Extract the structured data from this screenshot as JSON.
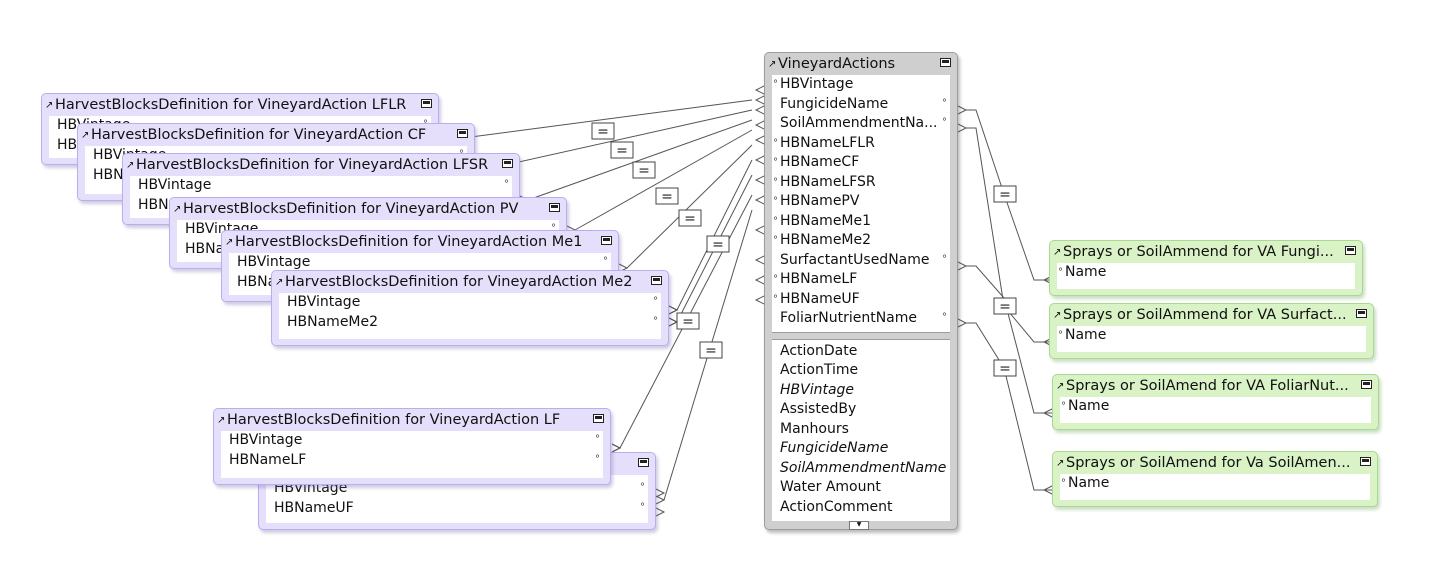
{
  "diagram": {
    "main_table": {
      "title": "VineyardActions",
      "match_fields": [
        {
          "name": "HBVintage",
          "key": true,
          "link": false
        },
        {
          "name": "FungicideName",
          "key": false,
          "link": true
        },
        {
          "name": "SoilAmmendmentNa...",
          "key": false,
          "link": true
        },
        {
          "name": "HBNameLFLR",
          "key": true,
          "link": false
        },
        {
          "name": "HBNameCF",
          "key": true,
          "link": false
        },
        {
          "name": "HBNameLFSR",
          "key": true,
          "link": false
        },
        {
          "name": "HBNamePV",
          "key": true,
          "link": false
        },
        {
          "name": "HBNameMe1",
          "key": true,
          "link": false
        },
        {
          "name": "HBNameMe2",
          "key": true,
          "link": false
        },
        {
          "name": "SurfactantUsedName",
          "key": false,
          "link": true
        },
        {
          "name": "HBNameLF",
          "key": true,
          "link": false
        },
        {
          "name": "HBNameUF",
          "key": true,
          "link": false
        },
        {
          "name": "FoliarNutrientName",
          "key": false,
          "link": true
        }
      ],
      "other_fields": [
        {
          "name": "ActionDate",
          "italic": false
        },
        {
          "name": "ActionTime",
          "italic": false
        },
        {
          "name": "HBVintage",
          "italic": true
        },
        {
          "name": "AssistedBy",
          "italic": false
        },
        {
          "name": "Manhours",
          "italic": false
        },
        {
          "name": "FungicideName",
          "italic": true
        },
        {
          "name": "SoilAmmendmentName",
          "italic": true
        },
        {
          "name": "Water Amount",
          "italic": false
        },
        {
          "name": "ActionComment",
          "italic": false
        }
      ]
    },
    "harvest_tables": [
      {
        "title": "HarvestBlocksDefinition for VineyardAction LFLR",
        "fields": [
          "HBVintage",
          "HBNameLFLR"
        ]
      },
      {
        "title": "HarvestBlocksDefinition for VineyardAction CF",
        "fields": [
          "HBVintage",
          "HBNameCF"
        ]
      },
      {
        "title": "HarvestBlocksDefinition for VineyardAction LFSR",
        "fields": [
          "HBVintage",
          "HBNameLFSR"
        ]
      },
      {
        "title": "HarvestBlocksDefinition for VineyardAction PV",
        "fields": [
          "HBVintage",
          "HBNamePV"
        ]
      },
      {
        "title": "HarvestBlocksDefinition for VineyardAction Me1",
        "fields": [
          "HBVintage",
          "HBNameMe1"
        ]
      },
      {
        "title": "HarvestBlocksDefinition for VineyardAction Me2",
        "fields": [
          "HBVintage",
          "HBNameMe2"
        ]
      },
      {
        "title": "",
        "fields": [
          "HBVintage",
          "HBNameUF"
        ]
      },
      {
        "title": "HarvestBlocksDefinition for VineyardAction LF",
        "fields": [
          "HBVintage",
          "HBNameLF"
        ]
      }
    ],
    "spray_tables": [
      {
        "title": "Sprays or SoilAmmend for VA  Fungi...",
        "fields": [
          "Name"
        ]
      },
      {
        "title": "Sprays or SoilAmmend for VA  Surfact...",
        "fields": [
          "Name"
        ]
      },
      {
        "title": "Sprays or SoilAmend for VA  FoliarNut...",
        "fields": [
          "Name"
        ]
      },
      {
        "title": "Sprays or SoilAmend for Va  SoilAmen...",
        "fields": [
          "Name"
        ]
      }
    ],
    "relationship_operator": "="
  }
}
